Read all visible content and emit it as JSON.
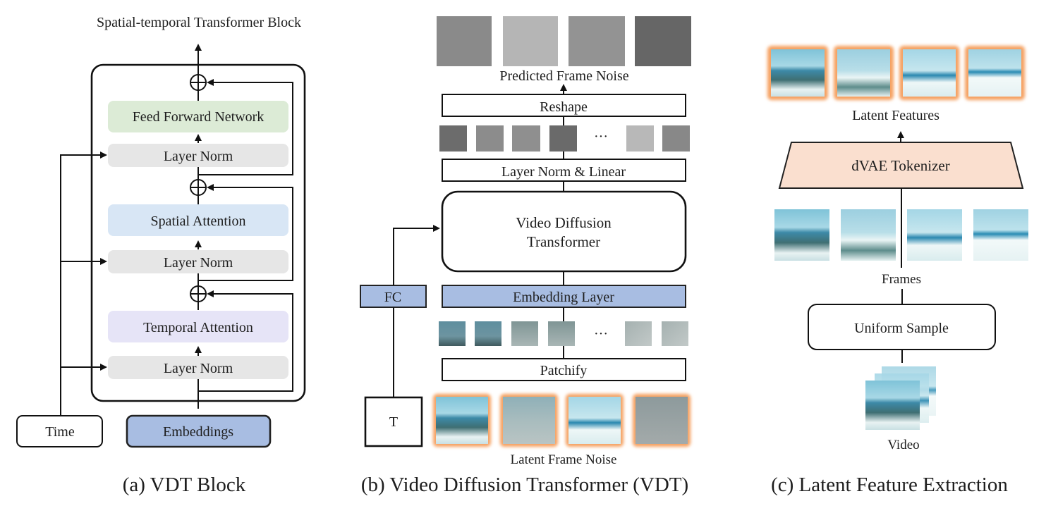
{
  "panel_a": {
    "title": "Spatial-temporal Transformer Block",
    "blocks": [
      {
        "label": "Feed Forward Network",
        "color": "#dcebd6"
      },
      {
        "label": "Layer Norm",
        "color": "#e6e6e6"
      },
      {
        "label": "Spatial Attention",
        "color": "#d8e6f5"
      },
      {
        "label": "Layer Norm",
        "color": "#e6e6e6"
      },
      {
        "label": "Temporal Attention",
        "color": "#e6e4f7"
      },
      {
        "label": "Layer Norm",
        "color": "#e6e6e6"
      }
    ],
    "time_label": "Time",
    "embeddings_label": "Embeddings",
    "embeddings_color": "#a8bde2",
    "caption": "(a) VDT Block"
  },
  "panel_b": {
    "output_label": "Predicted Frame Noise",
    "output_noise_shades": [
      "#8a8a8a",
      "#b5b5b5",
      "#939393",
      "#666666"
    ],
    "reshape_label": "Reshape",
    "token_shades": [
      "#6c6c6c",
      "#8c8c8c",
      "#8f8f8f",
      "#6a6a6a",
      "#b8b8b8",
      "#888888"
    ],
    "ellipsis": "···",
    "layernorm_linear_label": "Layer Norm & Linear",
    "vdt_label_line1": "Video Diffusion",
    "vdt_label_line2": "Transformer",
    "fc_label": "FC",
    "embedding_layer_label": "Embedding Layer",
    "embedding_color": "#a8bde2",
    "patchify_label": "Patchify",
    "t_label": "T",
    "input_label": "Latent Frame Noise",
    "frame_border_color": "#f5a060",
    "caption": "(b) Video Diffusion Transformer (VDT)"
  },
  "panel_c": {
    "latent_label": "Latent Features",
    "tokenizer_label": "dVAE Tokenizer",
    "tokenizer_color": "#fadfcf",
    "frames_label": "Frames",
    "uniform_sample_label": "Uniform Sample",
    "video_label": "Video",
    "caption": "(c) Latent Feature Extraction"
  }
}
